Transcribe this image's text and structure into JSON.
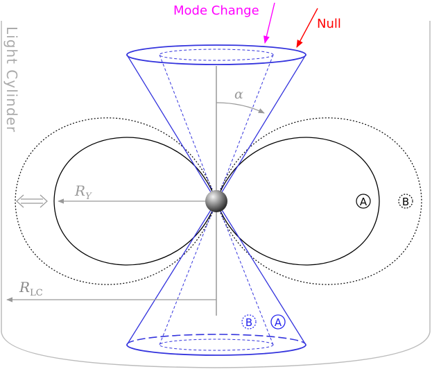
{
  "labels": {
    "mode_change": "Mode Change",
    "null": "Null",
    "light_cylinder": "Light Cylinder",
    "alpha": "α",
    "r_y_main": "R",
    "r_y_sub": "Y",
    "r_lc_main": "R",
    "r_lc_sub": "LC",
    "circle_a_right": "A",
    "circle_b_right": "B",
    "circle_b_bottom": "B",
    "circle_a_bottom": "A"
  },
  "colors": {
    "mode_change": "#ff00ff",
    "null": "#ff0000",
    "cone": "#3333dd",
    "arrow_gray": "#999999",
    "field_lines": "#000000",
    "cylinder": "#bbbbbb",
    "label_blue": "#2222ee"
  }
}
